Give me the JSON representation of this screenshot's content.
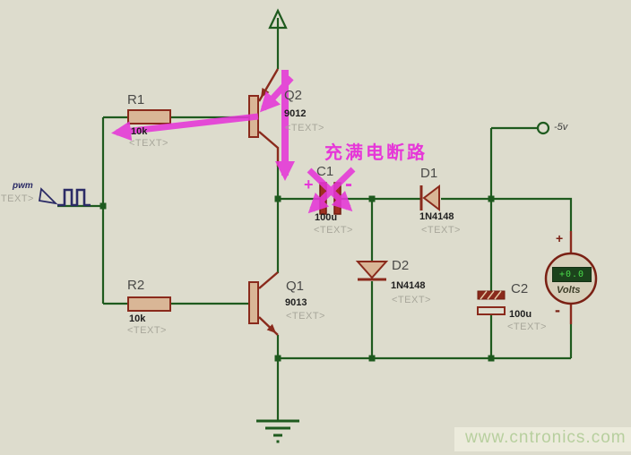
{
  "colors": {
    "background": "#dddccd",
    "wire_green": "#1e5a1e",
    "component_outline": "#8a2a1c",
    "component_fill": "#d9b696",
    "annotation_magenta": "#e637d8",
    "placeholder_gray": "#a8a79b",
    "lcd_background": "#1c431c",
    "lcd_digits": "#4ad94a",
    "watermark_green": "#b7cf9e",
    "signal_navy": "#2b2b66"
  },
  "components": {
    "r1": {
      "ref": "R1",
      "value": "10k",
      "placeholder": "<TEXT>"
    },
    "r2": {
      "ref": "R2",
      "value": "10k",
      "placeholder": "<TEXT>"
    },
    "q1": {
      "ref": "Q1",
      "value": "9013",
      "placeholder": "<TEXT>"
    },
    "q2": {
      "ref": "Q2",
      "value": "9012",
      "placeholder": "<TEXT>"
    },
    "c1": {
      "ref": "C1",
      "value": "100u",
      "placeholder": "<TEXT>"
    },
    "c2": {
      "ref": "C2",
      "value": "100u",
      "placeholder": "<TEXT>"
    },
    "d1": {
      "ref": "D1",
      "value": "1N4148",
      "placeholder": "<TEXT>"
    },
    "d2": {
      "ref": "D2",
      "value": "1N4148",
      "placeholder": "<TEXT>"
    }
  },
  "pwm_input": {
    "label": "pwm",
    "placeholder": "<TEXT>"
  },
  "power": {
    "negative_terminal": "-5v"
  },
  "voltmeter": {
    "display": "+0.0",
    "unit_label": "Volts",
    "plus": "+",
    "minus": "-"
  },
  "annotation": {
    "note": "充满电断路",
    "cap_plus": "+",
    "cap_minus": "-"
  },
  "watermark": {
    "text": "www.cntronics.com"
  }
}
